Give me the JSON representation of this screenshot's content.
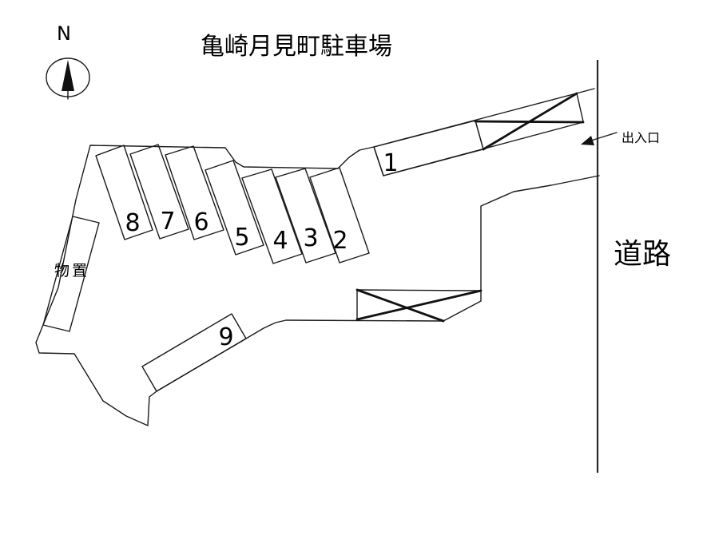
{
  "title": "亀崎月見町駐車場",
  "compass": {
    "label": "N",
    "icon": "north-arrow"
  },
  "road": {
    "label": "道路"
  },
  "entrance": {
    "label": "出入口",
    "icon": "left-arrow"
  },
  "storage": {
    "label": "物置"
  },
  "spaces": [
    {
      "number": "1"
    },
    {
      "number": "2"
    },
    {
      "number": "3"
    },
    {
      "number": "4"
    },
    {
      "number": "5"
    },
    {
      "number": "6"
    },
    {
      "number": "7"
    },
    {
      "number": "8"
    },
    {
      "number": "9"
    }
  ],
  "crossed_out_marks": 2,
  "colors": {
    "background": "#ffffff",
    "line": "#1a1a1a"
  }
}
